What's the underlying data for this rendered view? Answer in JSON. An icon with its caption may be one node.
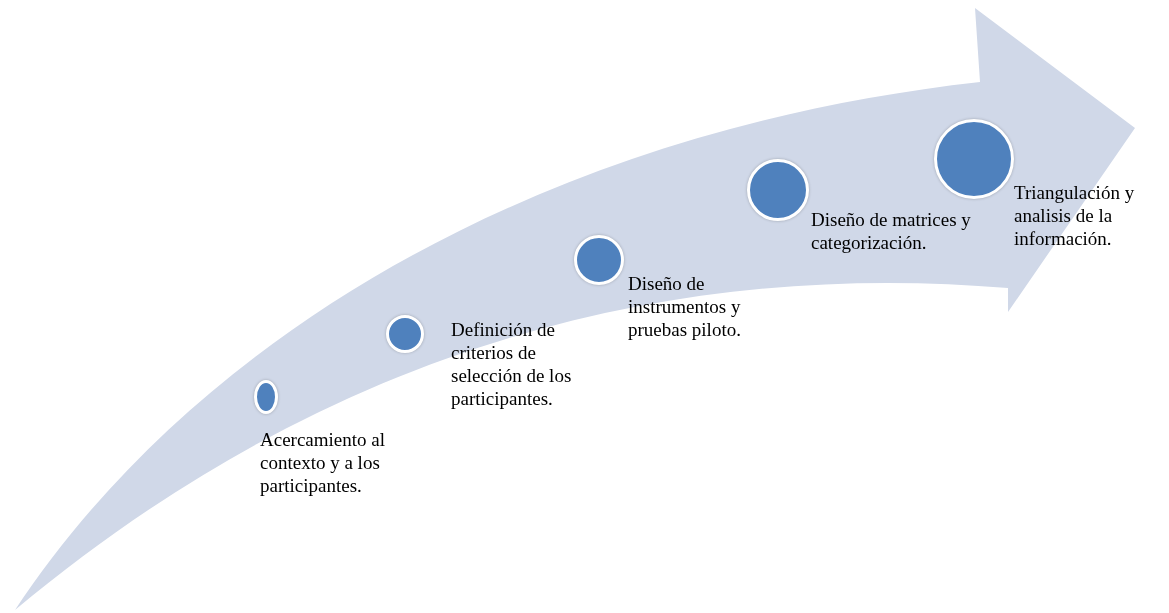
{
  "diagram": {
    "nodes": [
      {
        "text": [],
        "shape": "circle",
        "beside": [
          "Acercamiento al contexto y a los participantes."
        ]
      },
      {
        "text": [],
        "shape": "circle",
        "beside": [
          "Definición de criterios de selección de los participantes."
        ]
      },
      {
        "text": [],
        "shape": "circle",
        "beside": [
          "Diseño de instrumentos y pruebas piloto."
        ]
      },
      {
        "text": [],
        "shape": "circle",
        "beside": [
          "Diseño de matrices y categorización."
        ]
      },
      {
        "text": [],
        "shape": "circle",
        "beside": [
          "Triangulación y analisis de la información."
        ]
      }
    ]
  }
}
